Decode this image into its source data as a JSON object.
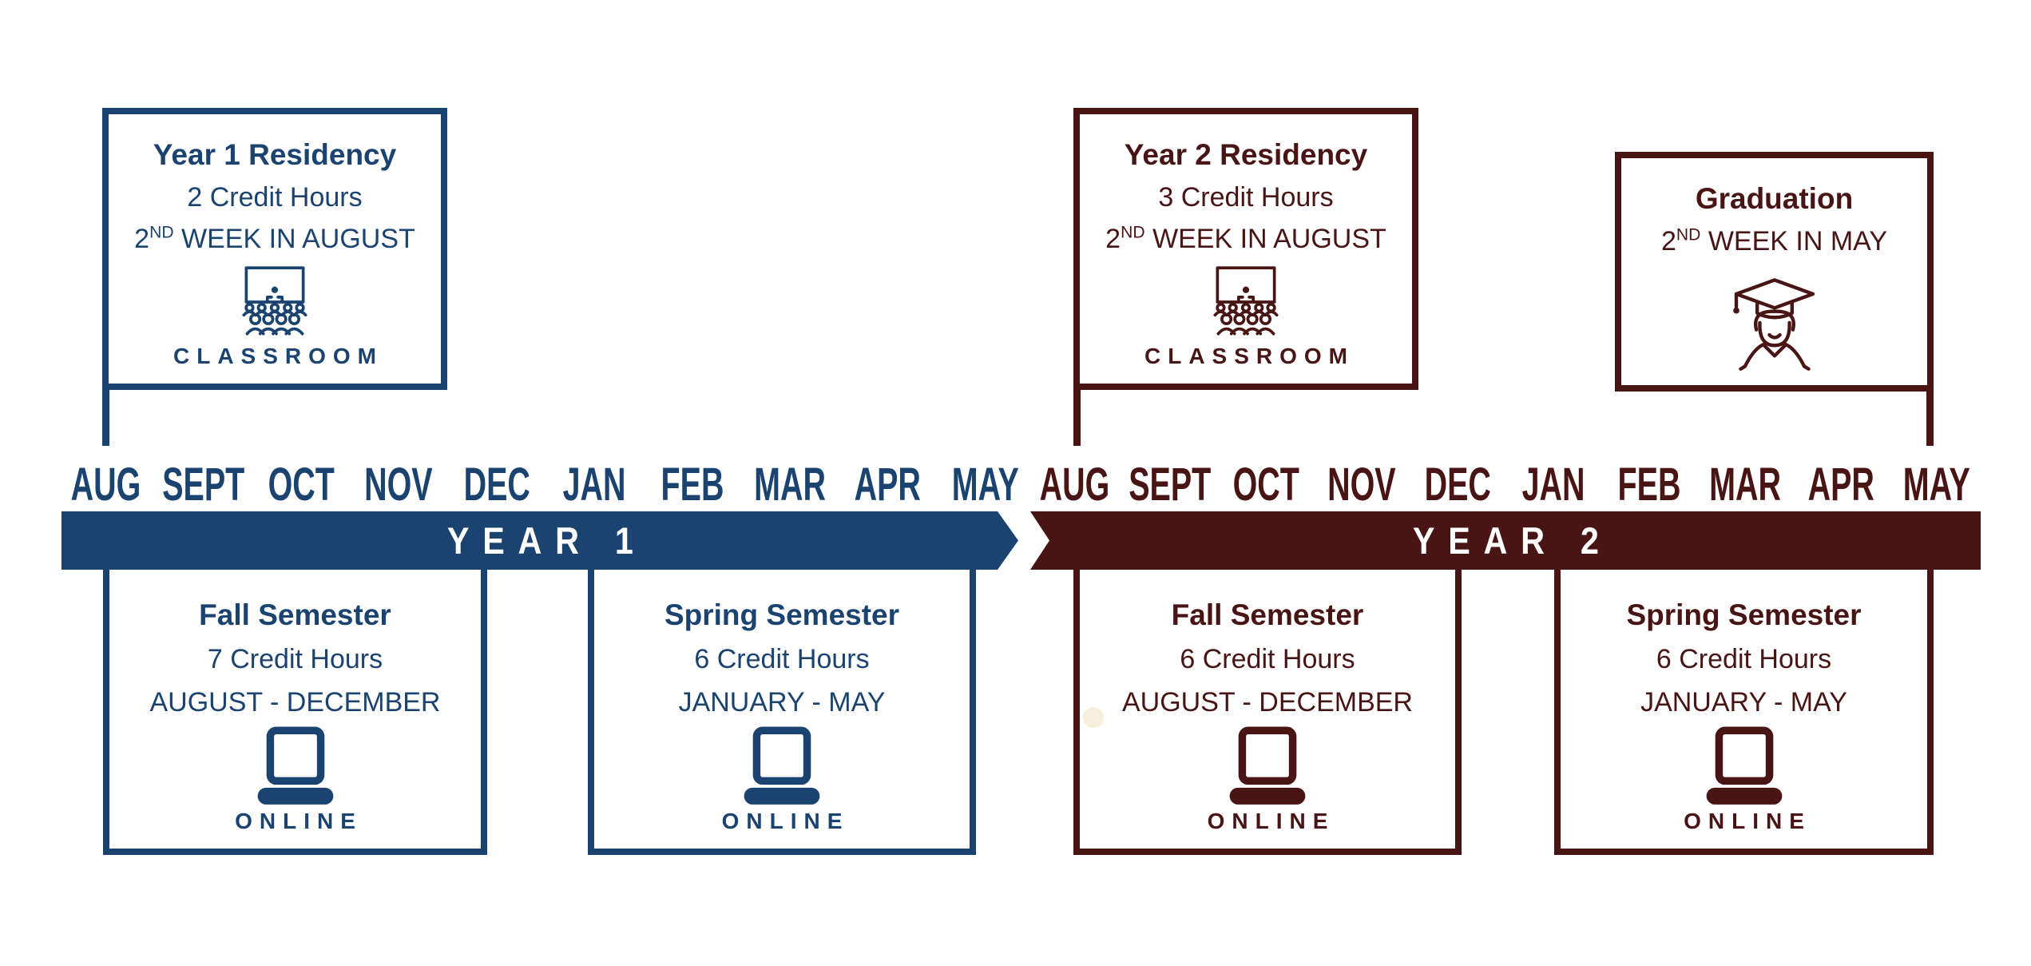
{
  "colors": {
    "blue": "#1B4370",
    "maroon": "#481414",
    "bar_text": "#FFFFFF"
  },
  "top_boxes": [
    {
      "title": "Year 1 Residency",
      "credits": "2 Credit Hours",
      "when": {
        "prefix": "2",
        "sup": "ND",
        "suffix": " WEEK IN AUGUST"
      },
      "icon": "classroom-icon",
      "caption": "CLASSROOM"
    },
    {
      "title": "Year 2 Residency",
      "credits": "3 Credit Hours",
      "when": {
        "prefix": "2",
        "sup": "ND",
        "suffix": " WEEK IN AUGUST"
      },
      "icon": "classroom-icon",
      "caption": "CLASSROOM"
    },
    {
      "title": "Graduation",
      "when": {
        "prefix": "2",
        "sup": "ND",
        "suffix": " WEEK IN MAY"
      },
      "icon": "graduate-icon"
    }
  ],
  "timeline": {
    "year1": {
      "label": "YEAR 1",
      "months": [
        "AUG",
        "SEPT",
        "OCT",
        "NOV",
        "DEC",
        "JAN",
        "FEB",
        "MAR",
        "APR",
        "MAY"
      ]
    },
    "year2": {
      "label": "YEAR 2",
      "months": [
        "AUG",
        "SEPT",
        "OCT",
        "NOV",
        "DEC",
        "JAN",
        "FEB",
        "MAR",
        "APR",
        "MAY"
      ]
    }
  },
  "bottom_boxes": [
    {
      "title": "Fall Semester",
      "credits": "7 Credit Hours",
      "range": "AUGUST - DECEMBER",
      "icon": "laptop-icon",
      "caption": "ONLINE"
    },
    {
      "title": "Spring Semester",
      "credits": "6 Credit Hours",
      "range": "JANUARY - MAY",
      "icon": "laptop-icon",
      "caption": "ONLINE"
    },
    {
      "title": "Fall Semester",
      "credits": "6 Credit Hours",
      "range": "AUGUST - DECEMBER",
      "icon": "laptop-icon",
      "caption": "ONLINE"
    },
    {
      "title": "Spring Semester",
      "credits": "6 Credit Hours",
      "range": "JANUARY - MAY",
      "icon": "laptop-icon",
      "caption": "ONLINE"
    }
  ]
}
